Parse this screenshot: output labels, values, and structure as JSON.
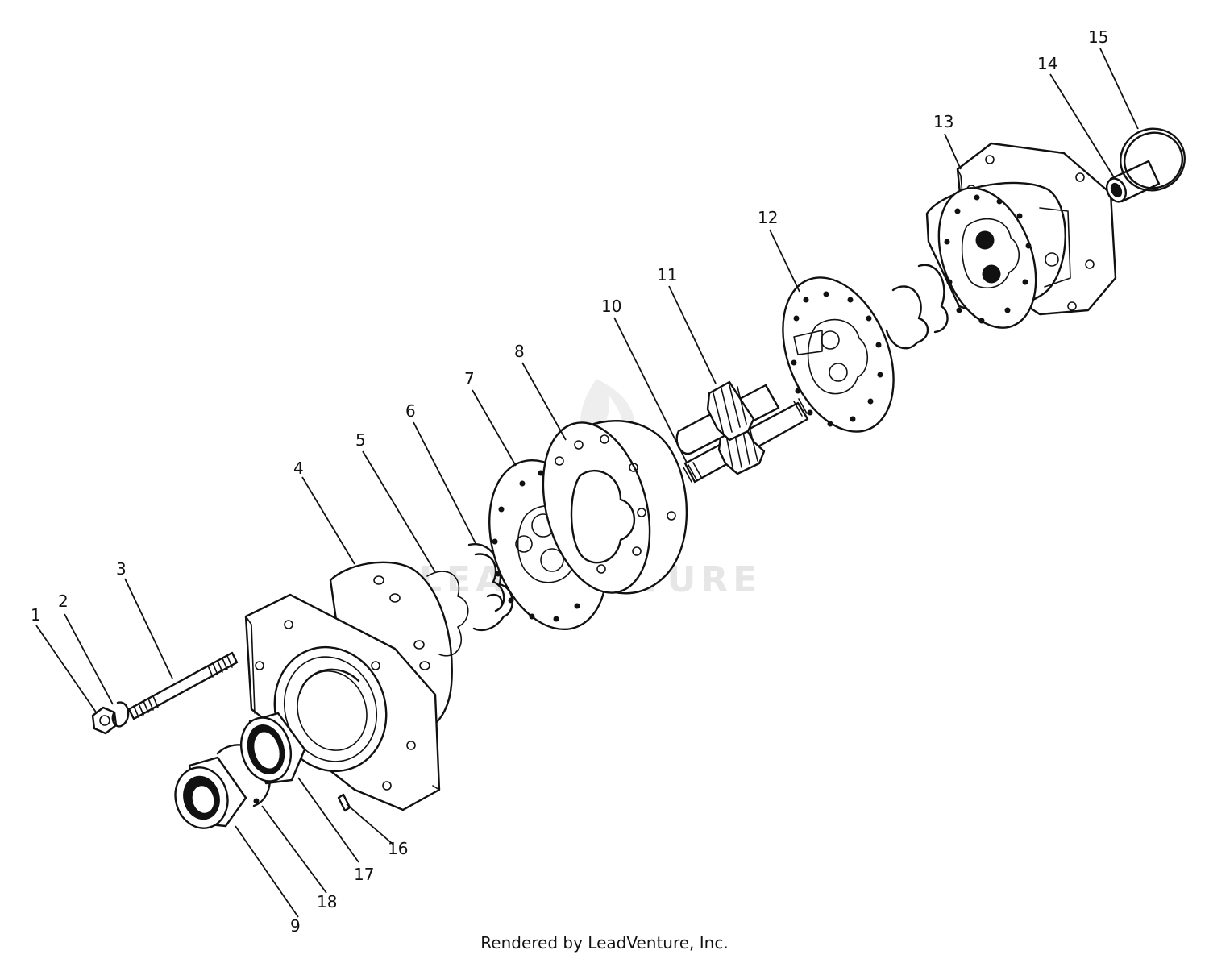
{
  "watermark": "LEADVENTURE",
  "footer": "Rendered by LeadVenture, Inc.",
  "callouts": {
    "c1": "1",
    "c2": "2",
    "c3": "3",
    "c4": "4",
    "c5": "5",
    "c6": "6",
    "c7": "7",
    "c8": "8",
    "c9": "9",
    "c10": "10",
    "c11": "11",
    "c12": "12",
    "c13": "13",
    "c14": "14",
    "c15": "15",
    "c16": "16",
    "c17": "17",
    "c18": "18"
  }
}
